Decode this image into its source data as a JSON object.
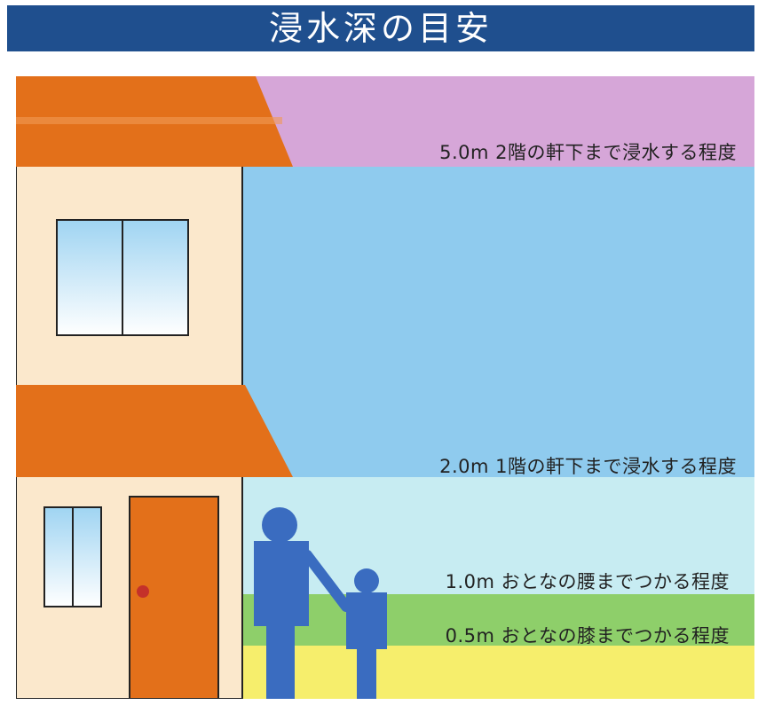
{
  "title": "浸水深の目安",
  "levels": [
    {
      "depth": "5.0m",
      "text": "2階の軒下まで浸水する程度"
    },
    {
      "depth": "2.0m",
      "text": "1階の軒下まで浸水する程度"
    },
    {
      "depth": "1.0m",
      "text": "おとなの腰までつかる程度"
    },
    {
      "depth": "0.5m",
      "text": "おとなの膝までつかる程度"
    }
  ],
  "colors": {
    "header": "#1f4f8e",
    "band_5m": "#d6a6d8",
    "band_2m": "#8fcbee",
    "band_1m": "#c7ecf2",
    "band_05m": "#8ecf6a",
    "ground": "#f6ee6c",
    "roof": "#e3701a",
    "wall": "#fbe8cc",
    "door": "#e3701a",
    "people": "#3a6cc0"
  }
}
